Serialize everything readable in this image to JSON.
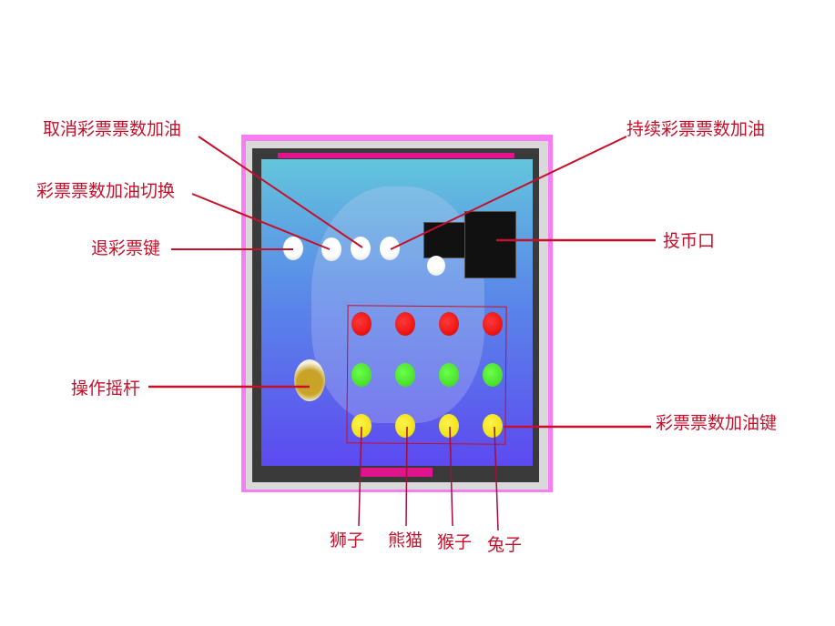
{
  "labels": {
    "cancel_boost": "取消彩票票数加油",
    "continue_boost": "持续彩票票数加油",
    "boost_switch": "彩票票数加油切换",
    "ticket_return": "退彩票键",
    "coin_slot": "投币口",
    "joystick": "操作摇杆",
    "boost_keys": "彩票票数加油键",
    "lion": "狮子",
    "panda": "熊猫",
    "monkey": "猴子",
    "rabbit": "兔子"
  },
  "colors": {
    "label": "#c4102a",
    "panel_border": "#f77df2",
    "red": "#ff2020",
    "green": "#4ee82a",
    "yellow": "#f5e81a"
  }
}
